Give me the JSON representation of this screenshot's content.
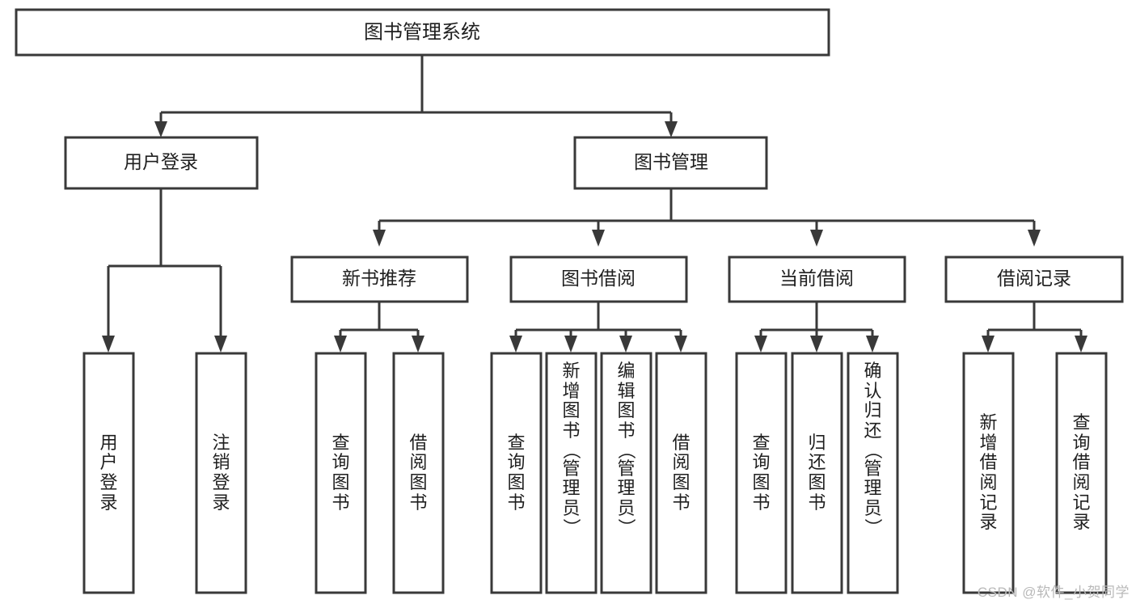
{
  "diagram": {
    "title": "图书管理系统",
    "type": "tree",
    "watermark": "CSDN @软件_小贺同学",
    "levels": {
      "root": {
        "label": "图书管理系统"
      },
      "level2": [
        {
          "id": "user-login",
          "label": "用户登录"
        },
        {
          "id": "book-management",
          "label": "图书管理"
        }
      ],
      "level3": [
        {
          "id": "new-book-recommend",
          "label": "新书推荐",
          "parent": "book-management"
        },
        {
          "id": "book-borrow",
          "label": "图书借阅",
          "parent": "book-management"
        },
        {
          "id": "current-borrow",
          "label": "当前借阅",
          "parent": "book-management"
        },
        {
          "id": "borrow-record",
          "label": "借阅记录",
          "parent": "book-management"
        }
      ],
      "leaves": [
        {
          "id": "leaf-user-login",
          "label": "用户登录",
          "parent": "user-login"
        },
        {
          "id": "leaf-logout-login",
          "label": "注销登录",
          "parent": "user-login"
        },
        {
          "id": "leaf-query-book-1",
          "label": "查询图书",
          "parent": "new-book-recommend"
        },
        {
          "id": "leaf-borrow-book-1",
          "label": "借阅图书",
          "parent": "new-book-recommend"
        },
        {
          "id": "leaf-query-book-2",
          "label": "查询图书",
          "parent": "book-borrow"
        },
        {
          "id": "leaf-add-book",
          "label": "新增图书（管理员）",
          "parent": "book-borrow"
        },
        {
          "id": "leaf-edit-book",
          "label": "编辑图书（管理员）",
          "parent": "book-borrow"
        },
        {
          "id": "leaf-borrow-book-2",
          "label": "借阅图书",
          "parent": "book-borrow"
        },
        {
          "id": "leaf-query-book-3",
          "label": "查询图书",
          "parent": "current-borrow"
        },
        {
          "id": "leaf-return-book",
          "label": "归还图书",
          "parent": "current-borrow"
        },
        {
          "id": "leaf-confirm-return",
          "label": "确认归还（管理员）",
          "parent": "current-borrow"
        },
        {
          "id": "leaf-add-record",
          "label": "新增借阅记录",
          "parent": "borrow-record"
        },
        {
          "id": "leaf-query-record",
          "label": "查询借阅记录",
          "parent": "borrow-record"
        }
      ]
    },
    "colors": {
      "stroke": "#393939",
      "fill": "#ffffff",
      "text": "#1f1f1f",
      "watermark": "#b9b9b9"
    }
  }
}
